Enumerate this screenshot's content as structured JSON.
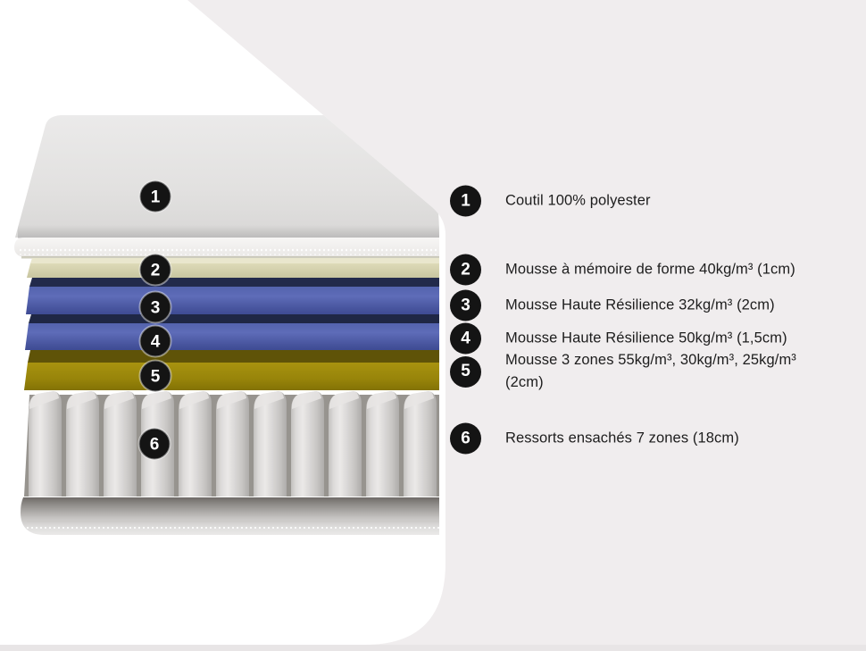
{
  "page": {
    "background_color": "#f0edee",
    "panel_color": "#ffffff",
    "bottom_strip_color": "#e8e5e6"
  },
  "diagram": {
    "marker_numbers": [
      "1",
      "2",
      "3",
      "4",
      "5",
      "6"
    ],
    "marker_background": "#141414",
    "layer_colors": {
      "top_cover": "#e3e2e1",
      "memory_foam": "#d5d2ae",
      "hr_foam": "#4e5ca8",
      "zone_foam": "#9b8608",
      "pocket_springs": "#d6d4d3",
      "bottom_cover": "#dddcdb"
    }
  },
  "legend": {
    "items": [
      {
        "num": "1",
        "label": "Coutil 100% polyester"
      },
      {
        "num": "2",
        "label": "Mousse à mémoire de forme 40kg/m³ (1cm)"
      },
      {
        "num": "3",
        "label": "Mousse Haute Résilience 32kg/m³ (2cm)"
      },
      {
        "num": "4",
        "label": "Mousse Haute Résilience 50kg/m³ (1,5cm)"
      },
      {
        "num": "5",
        "label": "Mousse 3 zones 55kg/m³, 30kg/m³, 25kg/m³ (2cm)"
      },
      {
        "num": "6",
        "label": "Ressorts ensachés 7 zones (18cm)"
      }
    ]
  }
}
